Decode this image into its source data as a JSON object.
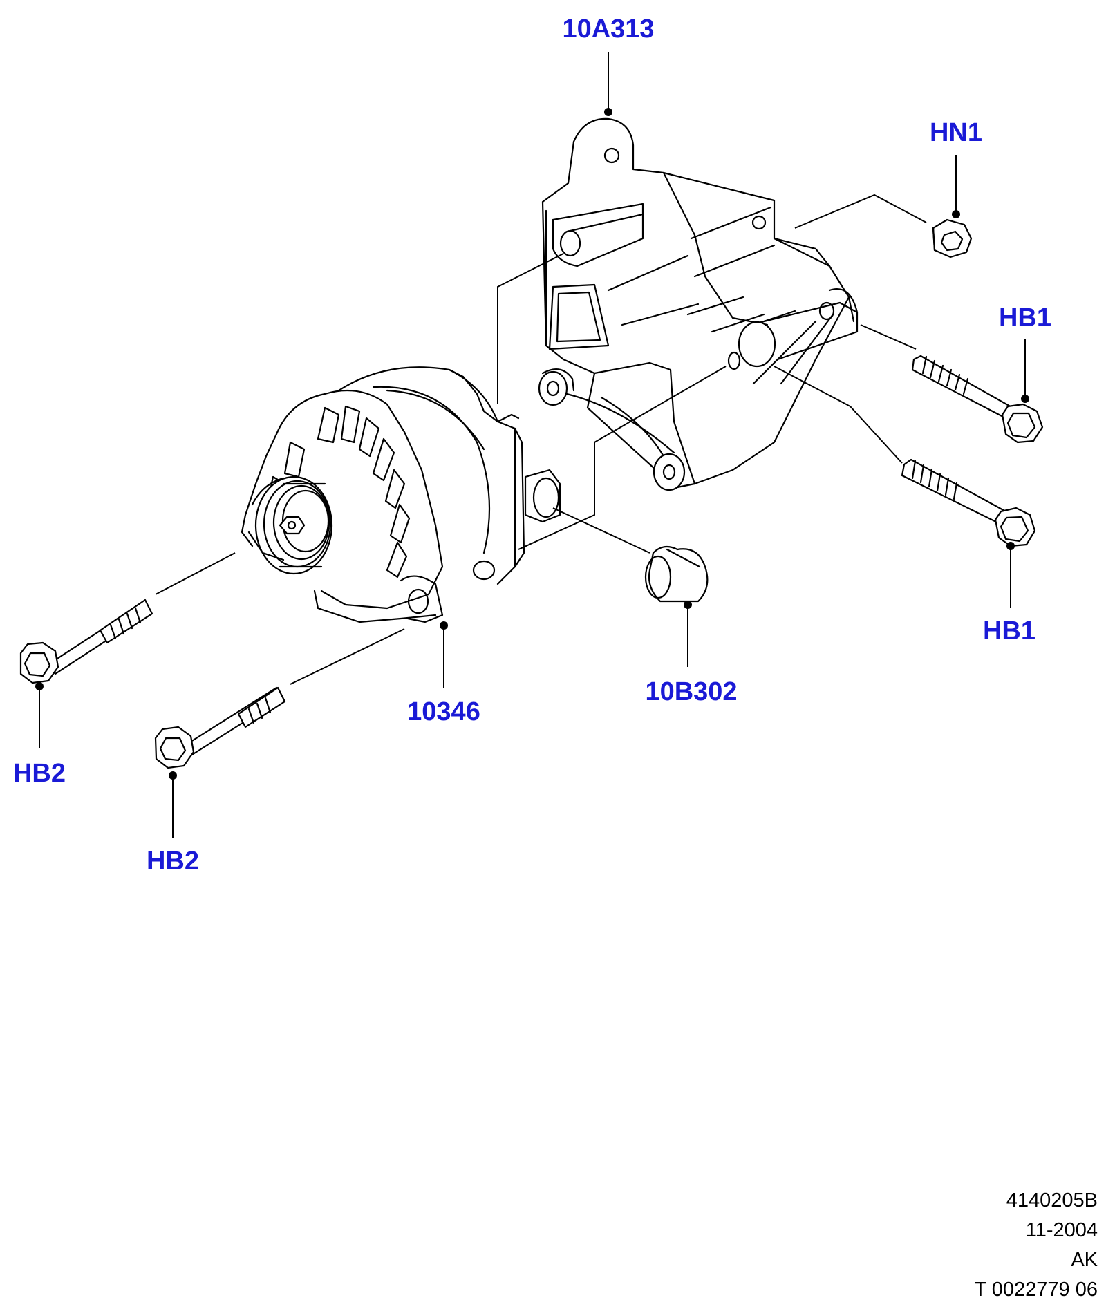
{
  "callouts": {
    "bracket": "10A313",
    "nut": "HN1",
    "bolt_upper_right": "HB1",
    "bolt_lower_right": "HB1",
    "cap": "10B302",
    "alternator": "10346",
    "bolt_left_upper": "HB2",
    "bolt_left_lower": "HB2"
  },
  "reference": {
    "drawing_number": "4140205B",
    "date": "11-2004",
    "code": "AK",
    "id": "T 0022779 06"
  },
  "colors": {
    "label": "#1a1ad6",
    "line": "#000000",
    "background": "#ffffff"
  }
}
